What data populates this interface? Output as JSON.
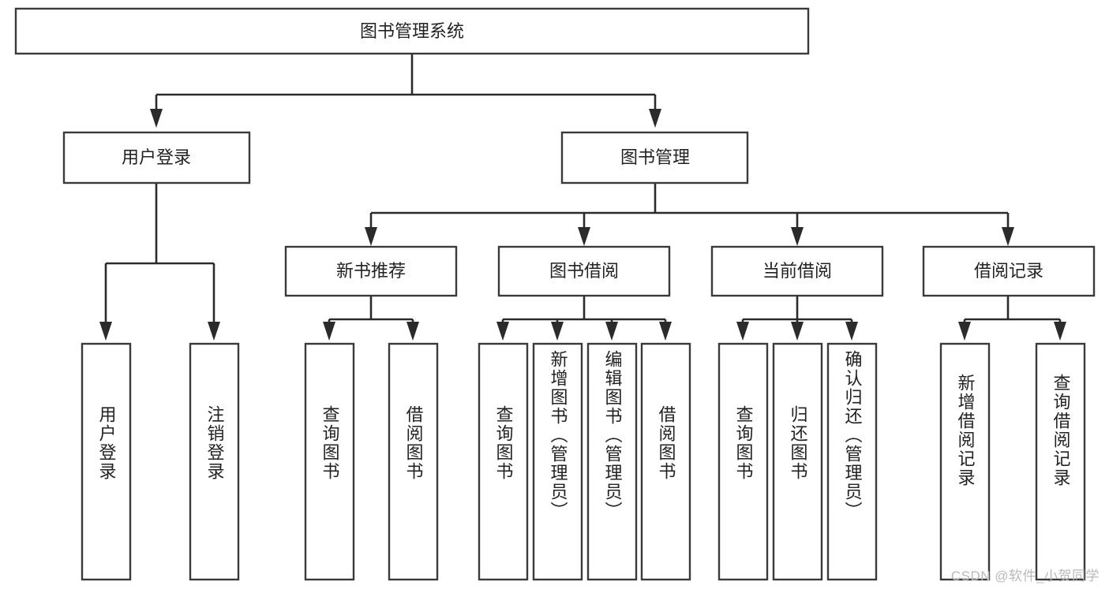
{
  "diagram": {
    "type": "tree",
    "title": "图书管理系统",
    "orientation": "top-down",
    "style": {
      "box_fill": "#ffffff",
      "box_stroke": "#3a3a3a",
      "connector_color": "#2b2b2b",
      "text_color": "#222222",
      "background": "#ffffff"
    },
    "root": {
      "label": "图书管理系统",
      "level": 1
    },
    "level2": [
      {
        "label": "用户登录"
      },
      {
        "label": "图书管理"
      }
    ],
    "level3": [
      {
        "label": "新书推荐"
      },
      {
        "label": "图书借阅"
      },
      {
        "label": "当前借阅"
      },
      {
        "label": "借阅记录"
      }
    ],
    "leaves": {
      "user_login": [
        {
          "label": "用户登录"
        },
        {
          "label": "注销登录"
        }
      ],
      "new_book_recommend": [
        {
          "label": "查询图书"
        },
        {
          "label": "借阅图书"
        }
      ],
      "book_borrow": [
        {
          "label": "查询图书"
        },
        {
          "label": "新增图书（管理员）"
        },
        {
          "label": "编辑图书（管理员）"
        },
        {
          "label": "借阅图书"
        }
      ],
      "current_borrow": [
        {
          "label": "查询图书"
        },
        {
          "label": "归还图书"
        },
        {
          "label": "确认归还（管理员）"
        }
      ],
      "borrow_record": [
        {
          "label": "新增借阅记录"
        },
        {
          "label": "查询借阅记录"
        }
      ]
    },
    "edges": [
      {
        "from": "图书管理系统",
        "to": "用户登录"
      },
      {
        "from": "图书管理系统",
        "to": "图书管理"
      },
      {
        "from": "用户登录",
        "to": "用户登录"
      },
      {
        "from": "用户登录",
        "to": "注销登录"
      },
      {
        "from": "图书管理",
        "to": "新书推荐"
      },
      {
        "from": "图书管理",
        "to": "图书借阅"
      },
      {
        "from": "图书管理",
        "to": "当前借阅"
      },
      {
        "from": "图书管理",
        "to": "借阅记录"
      },
      {
        "from": "新书推荐",
        "to": "查询图书"
      },
      {
        "from": "新书推荐",
        "to": "借阅图书"
      },
      {
        "from": "图书借阅",
        "to": "查询图书"
      },
      {
        "from": "图书借阅",
        "to": "新增图书（管理员）"
      },
      {
        "from": "图书借阅",
        "to": "编辑图书（管理员）"
      },
      {
        "from": "图书借阅",
        "to": "借阅图书"
      },
      {
        "from": "当前借阅",
        "to": "查询图书"
      },
      {
        "from": "当前借阅",
        "to": "归还图书"
      },
      {
        "from": "当前借阅",
        "to": "确认归还（管理员）"
      },
      {
        "from": "借阅记录",
        "to": "新增借阅记录"
      },
      {
        "from": "借阅记录",
        "to": "查询借阅记录"
      }
    ]
  },
  "watermark": {
    "text": "CSDN @软件_小贺同学"
  }
}
